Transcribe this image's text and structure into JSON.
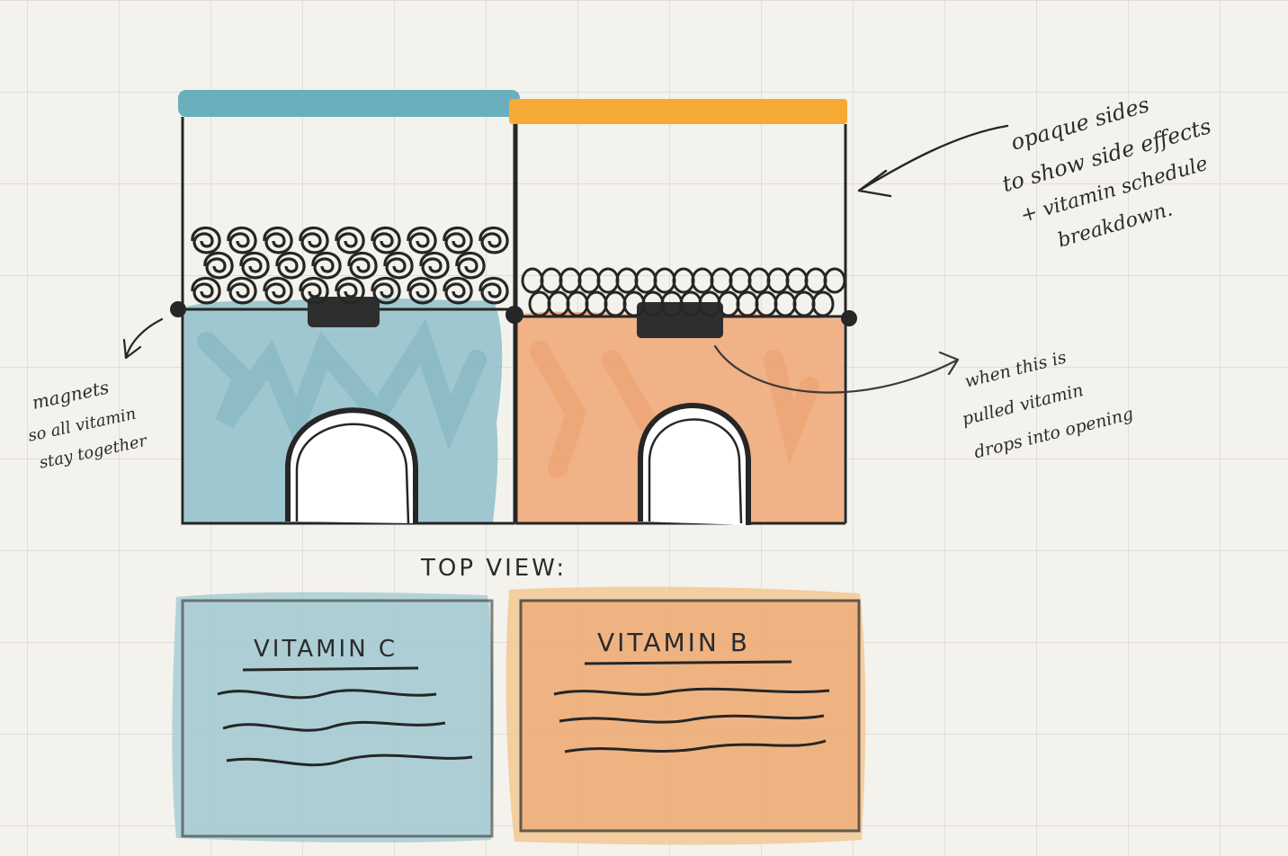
{
  "colors": {
    "paper": "#f4f2ec",
    "grid": "#d8d6cf",
    "ink": "#262626",
    "blue_fill": "#8fbfca",
    "blue_lid": "#6aafbd",
    "orange_fill": "#efa878",
    "orange_lid": "#f6a935"
  },
  "annotations": {
    "opaque_sides": [
      "opaque sides",
      "to show side effects",
      "+ vitamin schedule",
      "breakdown."
    ],
    "magnets": [
      "magnets",
      "so all vitamin",
      "stay together"
    ],
    "pull": [
      "when this is",
      "pulled vitamin",
      "drops into opening"
    ]
  },
  "top_view": {
    "heading": "TOP VIEW:",
    "left_label": "VITAMIN C",
    "right_label": "VITAMIN B"
  },
  "icons": {
    "left_pills": "scribble-pill-icon",
    "right_pills": "round-pill-icon",
    "magnet": "magnet-dot-icon",
    "arrow": "arrow-icon"
  }
}
